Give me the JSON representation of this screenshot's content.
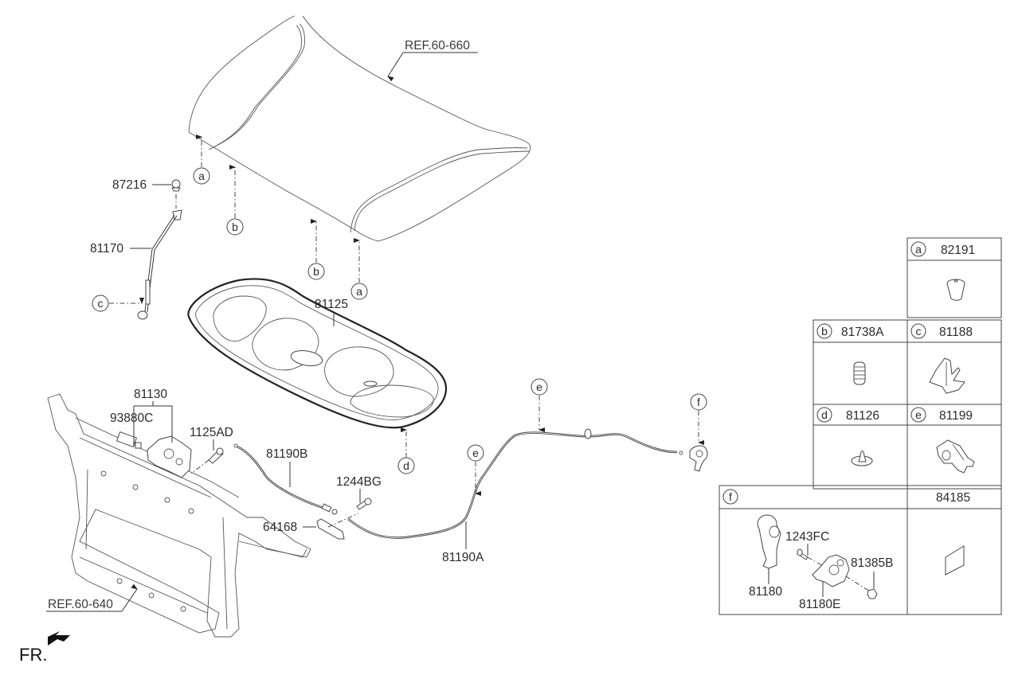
{
  "diagram": {
    "title": "Hood panel, hood latch and release cable assembly",
    "references": [
      {
        "id": "ref-hood",
        "text": "REF.60-660"
      },
      {
        "id": "ref-carrier",
        "text": "REF.60-640"
      }
    ],
    "part_labels": {
      "p87216": "87216",
      "p81170": "81170",
      "p81125": "81125",
      "p81130": "81130",
      "p93880C": "93880C",
      "p1125AD": "1125AD",
      "p81190B": "81190B",
      "p1244BG": "1244BG",
      "p64168": "64168",
      "p81190A": "81190A"
    },
    "callouts": {
      "a": "a",
      "b": "b",
      "c": "c",
      "d": "d",
      "e": "e",
      "f": "f"
    },
    "front_indicator": "FR."
  },
  "legend": {
    "cells": [
      {
        "key": "a",
        "part": "82191",
        "shape": "rubber-bumper"
      },
      {
        "key": "b",
        "part": "81738A",
        "shape": "threaded-stopper"
      },
      {
        "key": "c",
        "part": "81188",
        "shape": "rod-clip"
      },
      {
        "key": "d",
        "part": "81126",
        "shape": "push-pin"
      },
      {
        "key": "e",
        "part": "81199",
        "shape": "cable-clip"
      }
    ],
    "f_group": {
      "key": "f",
      "parts": {
        "handle": "81180",
        "screw": "1243FC",
        "bracket": "81180E",
        "nut": "81385B"
      }
    },
    "label_cell": {
      "part": "84185",
      "shape": "label-sticker"
    }
  }
}
